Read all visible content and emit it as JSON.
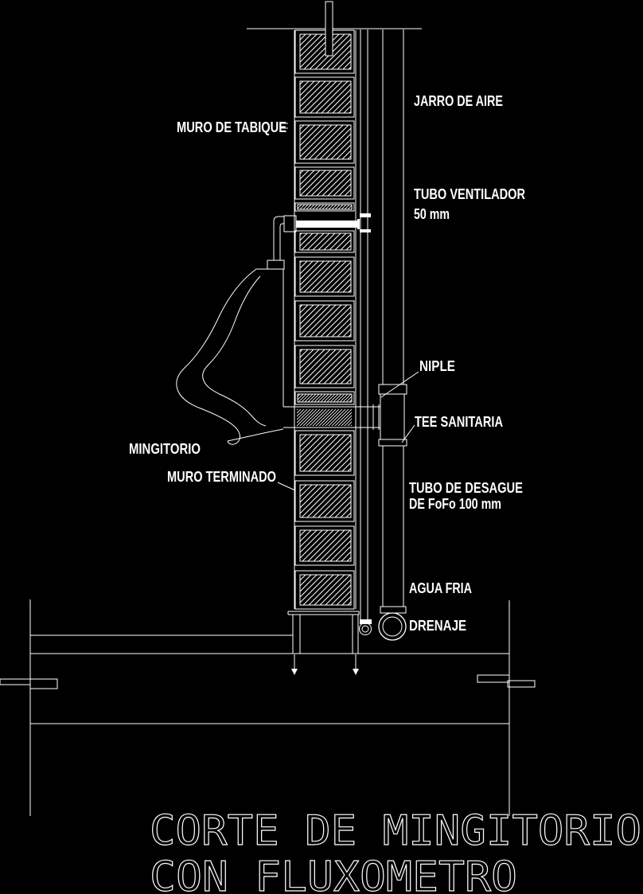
{
  "page": {
    "background": "#000000",
    "line_color": "#ffffff"
  },
  "drawing": {
    "labels": {
      "muro_de_tabique": "MURO DE TABIQUE",
      "jarro_de_aire": "JARRO DE AIRE",
      "tubo_ventilador": "TUBO VENTILADOR",
      "tubo_ventilador_size": "50 mm",
      "niple": "NIPLE",
      "tee_sanitaria": "TEE SANITARIA",
      "mingitorio": "MINGITORIO",
      "muro_terminado": "MURO TERMINADO",
      "tubo_desague_line1": "TUBO DE DESAGUE",
      "tubo_desague_line2": "DE FoFo 100 mm",
      "agua_fria": "AGUA FRIA",
      "drenaje": "DRENAJE"
    },
    "title": {
      "line1": "CORTE DE MINGITORIO",
      "line2": "CON FLUXOMETRO"
    }
  }
}
